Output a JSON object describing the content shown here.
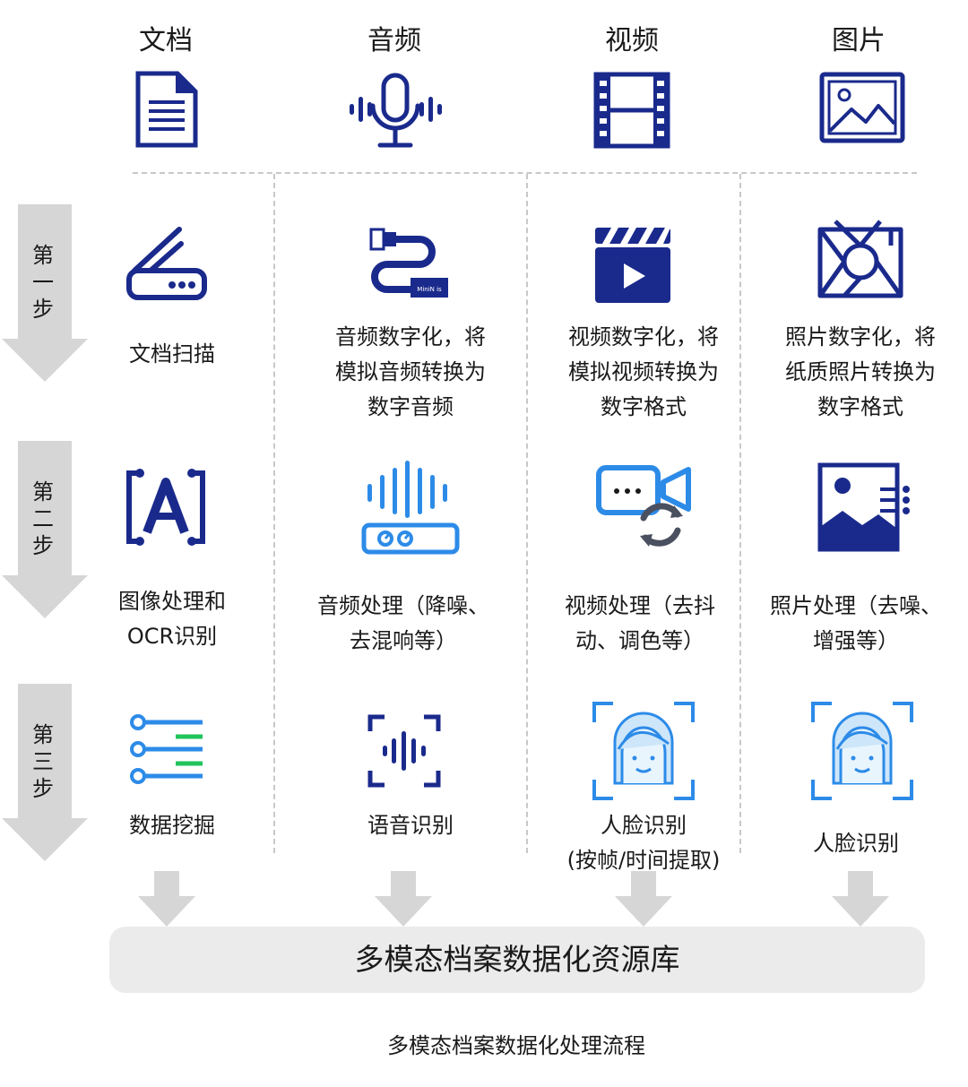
{
  "columns": [
    {
      "header": "文档",
      "icon": "document-icon"
    },
    {
      "header": "音频",
      "icon": "microphone-icon"
    },
    {
      "header": "视频",
      "icon": "film-icon"
    },
    {
      "header": "图片",
      "icon": "picture-icon"
    }
  ],
  "steps": [
    {
      "label": [
        "第",
        "一",
        "步"
      ]
    },
    {
      "label": [
        "第",
        "二",
        "步"
      ]
    },
    {
      "label": [
        "第",
        "三",
        "步"
      ]
    }
  ],
  "cells": {
    "r1": {
      "c1": {
        "lines": [
          "文档扫描"
        ],
        "icon": "scanner-icon"
      },
      "c2": {
        "lines": [
          "音频数字化，将",
          "模拟音频转换为",
          "数字音频"
        ],
        "icon": "usb-cable-icon",
        "icon_text": "MiniN   is"
      },
      "c3": {
        "lines": [
          "视频数字化，将",
          "模拟视频转换为",
          "数字格式"
        ],
        "icon": "clapperboard-icon"
      },
      "c4": {
        "lines": [
          "照片数字化，将",
          "纸质照片转换为",
          "数字格式"
        ],
        "icon": "camera-photo-icon"
      }
    },
    "r2": {
      "c1": {
        "lines": [
          "图像处理和",
          "OCR识别"
        ],
        "icon": "ocr-icon"
      },
      "c2": {
        "lines": [
          "音频处理（降噪、",
          "去混响等）"
        ],
        "icon": "audio-mixer-icon"
      },
      "c3": {
        "lines": [
          "视频处理（去抖",
          "动、调色等）"
        ],
        "icon": "video-sync-icon"
      },
      "c4": {
        "lines": [
          "照片处理（去噪、",
          "增强等）"
        ],
        "icon": "image-adjust-icon"
      }
    },
    "r3": {
      "c1": {
        "lines": [
          "数据挖掘"
        ],
        "icon": "data-list-icon"
      },
      "c2": {
        "lines": [
          "语音识别"
        ],
        "icon": "voice-recognition-icon"
      },
      "c3": {
        "lines": [
          "人脸识别",
          "(按帧/时间提取)"
        ],
        "icon": "face-recognition-icon"
      },
      "c4": {
        "lines": [
          "人脸识别"
        ],
        "icon": "face-recognition-icon"
      }
    }
  },
  "footer": {
    "label": "多模态档案数据化资源库"
  },
  "caption": "多模态档案数据化处理流程",
  "colors": {
    "primary": "#1a2a8c",
    "blue": "#2d8be8",
    "green": "#21c45a",
    "gray_arrow": "#d6d6d6",
    "dash": "#c8c8c8"
  }
}
